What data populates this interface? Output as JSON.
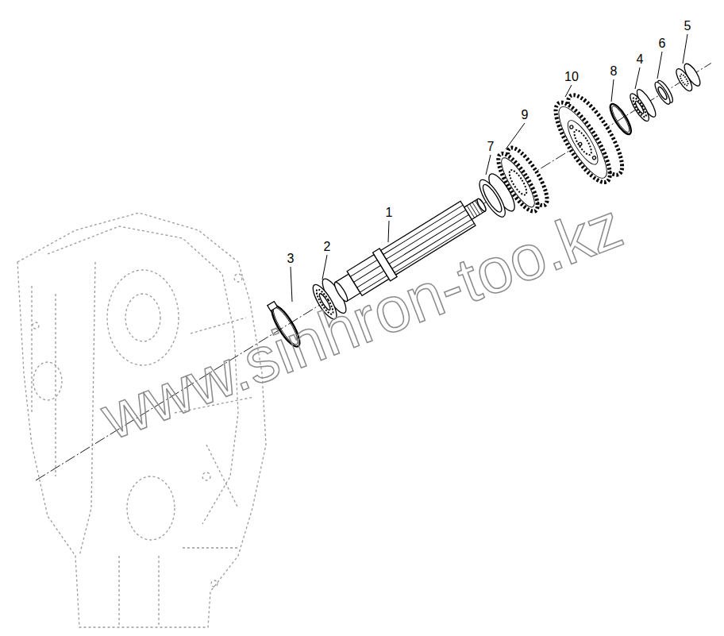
{
  "diagram": {
    "labels": [
      "5",
      "6",
      "4",
      "8",
      "10",
      "9",
      "7",
      "1",
      "2",
      "3",
      "www.sinhron-too.kz"
    ]
  }
}
